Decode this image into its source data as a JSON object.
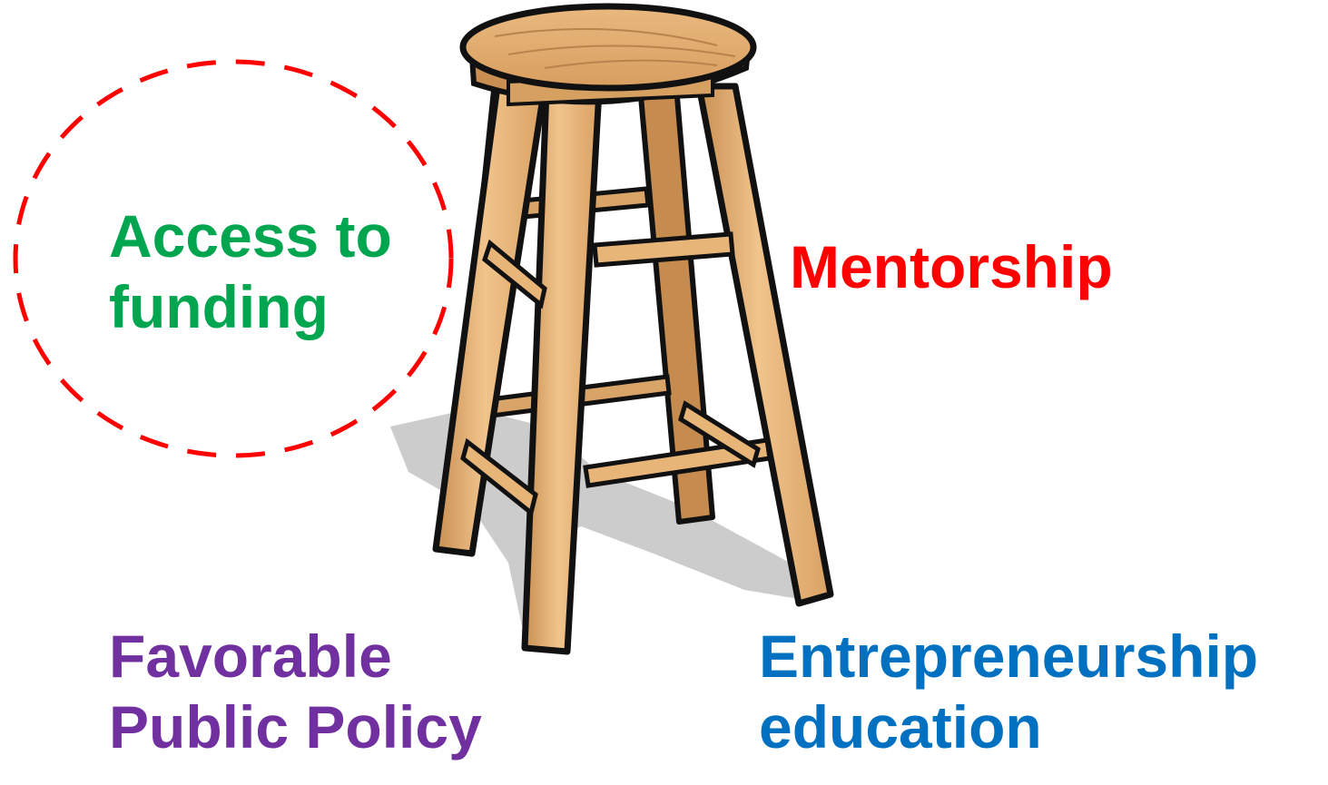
{
  "pillars": {
    "funding": {
      "line1": "Access to",
      "line2": "funding",
      "color": "#00a550",
      "highlighted": true,
      "highlight_color": "#ff0000"
    },
    "mentorship": {
      "text": "Mentorship",
      "color": "#ff0000"
    },
    "policy": {
      "line1": "Favorable",
      "line2": "Public Policy",
      "color": "#7030a0"
    },
    "education": {
      "line1": "Entrepreneurship",
      "line2": "education",
      "color": "#0070c0"
    }
  },
  "illustration": {
    "subject": "wooden-stool",
    "legs": 4,
    "wood_color": "#e8b77a",
    "outline_color": "#111111",
    "shadow_color": "#c8c8c8"
  }
}
